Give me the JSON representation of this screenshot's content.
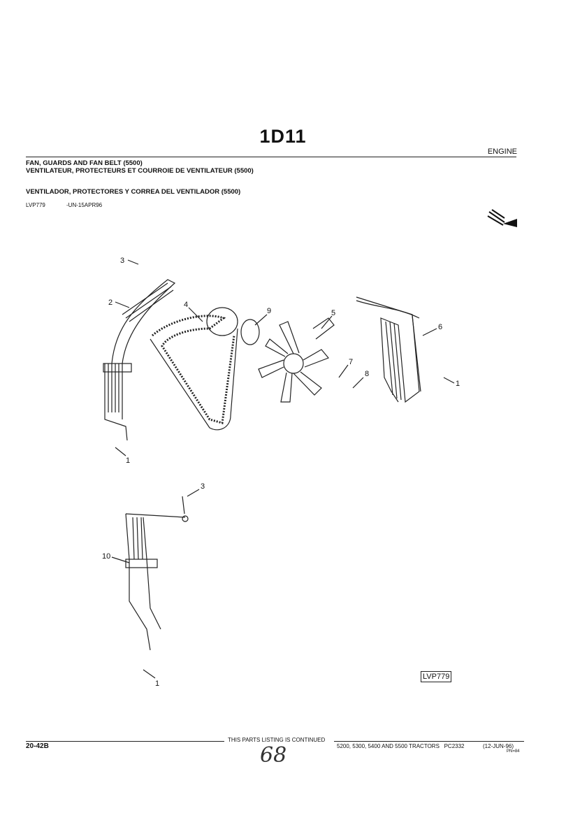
{
  "header": {
    "page_code": "1D11",
    "section": "ENGINE",
    "titles": [
      "FAN, GUARDS AND FAN BELT (5500)",
      "VENTILATEUR, PROTECTEURS ET COURROIE DE VENTILATEUR (5500)",
      "VENTILADOR, PROTECTORES Y CORREA DEL VENTILADOR (5500)"
    ],
    "illustration_id": "LVP779",
    "illustration_date": "-UN-15APR96"
  },
  "diagram": {
    "callouts": [
      "3",
      "2",
      "4",
      "9",
      "5",
      "6",
      "7",
      "8",
      "1",
      "1",
      "3",
      "10",
      "1"
    ],
    "figure_label": "LVP779"
  },
  "footer": {
    "page_number": "20-42B",
    "continued": "THIS PARTS LISTING IS CONTINUED",
    "catalog": "5200, 5300, 5400 AND 5500 TRACTORS   PC2332",
    "date": "(12-JUN-96)",
    "pn": "PN=84",
    "handwritten": "68"
  }
}
